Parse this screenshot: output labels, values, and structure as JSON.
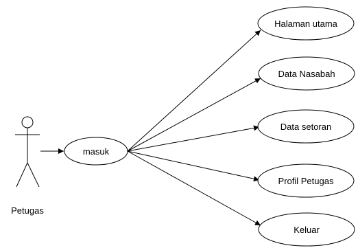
{
  "actor": {
    "label": "Petugas"
  },
  "usecases": {
    "masuk": "masuk",
    "halaman_utama": "Halaman utama",
    "data_nasabah": "Data Nasabah",
    "data_setoran": "Data setoran",
    "profil_petugas": "Profil Petugas",
    "keluar": "Keluar"
  },
  "colors": {
    "line": "#000000",
    "background": "#ffffff"
  }
}
